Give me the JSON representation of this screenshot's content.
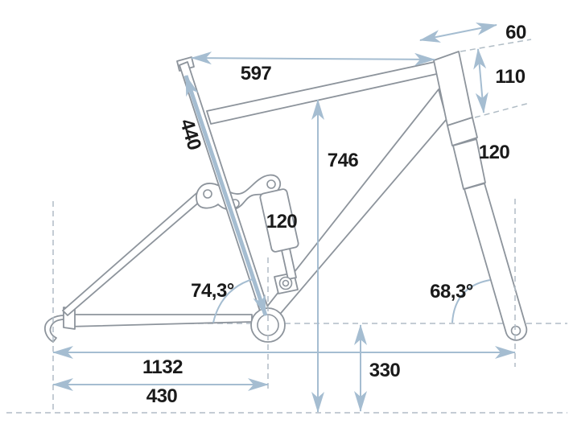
{
  "diagram": {
    "kind": "full-suspension-bicycle-frame-geometry",
    "colors": {
      "dimension_accent": "#a5bdd1",
      "frame_outline": "#8d949c",
      "guide_dash": "#b0bcc5",
      "label_text": "#1a1a1a",
      "background": "#ffffff"
    },
    "labels": {
      "top_length": "597",
      "seat_tube": "440",
      "head_top_offset": "60",
      "head_tube": "110",
      "fork": "120",
      "shock": "120",
      "front_height": "746",
      "seat_angle": "74,3°",
      "head_angle": "68,3°",
      "wheelbase": "1132",
      "chainstay": "430",
      "bb_height": "330"
    }
  }
}
